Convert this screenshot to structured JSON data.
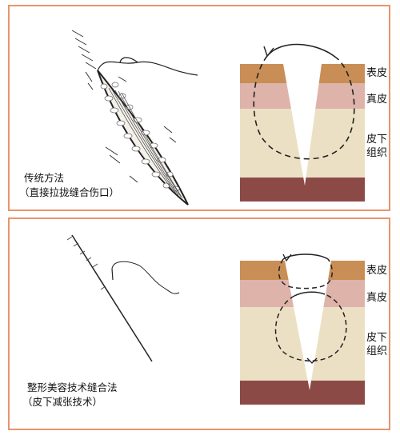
{
  "top_panel": {
    "caption_line1": "传统方法",
    "caption_line2": "（直接拉拢缝合伤口）"
  },
  "bottom_panel": {
    "caption_line1": "整形美容技术缝合法",
    "caption_line2": "（皮下减张技术）"
  },
  "layer_labels": {
    "epidermis": "表皮",
    "dermis": "真皮",
    "subcutis_line1": "皮下",
    "subcutis_line2": "组织"
  },
  "colors": {
    "border": "#e8956b",
    "epidermis": "#c98e55",
    "dermis": "#ddb3aa",
    "subcutis": "#ece0c4",
    "muscle": "#8c4a47"
  }
}
